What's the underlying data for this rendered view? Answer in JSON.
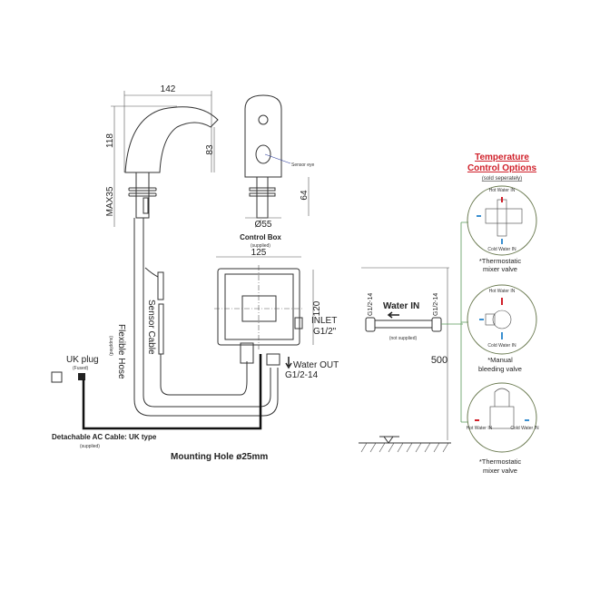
{
  "tap": {
    "width_dim": "142",
    "height_dim": "118",
    "spout_dim": "83",
    "max_deck": "MAX35"
  },
  "sensor_view": {
    "sensor_eye": "Sensor eye",
    "shank_dim": "64",
    "diameter_dim": "Ø55"
  },
  "control_box": {
    "title": "Control Box",
    "note": "(supplied)",
    "width_dim": "125",
    "height_dim": "120",
    "inlet_line1": "INLET",
    "inlet_line2": "G1/2\"",
    "water_out": "Water OUT",
    "outlet_thread": "G1/2-14"
  },
  "cables": {
    "sensor_cable": "Sensor Cable",
    "flexible_hose": "Flexible Hose",
    "flexible_hose_note": "(supplied)",
    "uk_plug": "UK plug",
    "uk_plug_note": "(Fused)",
    "ac_cable": "Detachable AC Cable: UK type",
    "ac_cable_note": "(supplied)",
    "mounting_hole": "Mounting Hole ø25mm"
  },
  "supply": {
    "water_in": "Water IN",
    "thread_left": "G1/2-14",
    "thread_right": "G1/2-14",
    "hose_note": "(not supplied)",
    "height_dim": "500"
  },
  "options": {
    "title_line1": "Temperature",
    "title_line2": "Control Options",
    "subtitle": "(sold seperately)",
    "hot_label": "Hot Water IN",
    "cold_label": "Cold Water IN",
    "items": [
      {
        "line1": "*Thermostatic",
        "line2": "mixer valve"
      },
      {
        "line1": "*Manual",
        "line2": "bleeding valve"
      },
      {
        "line1": "*Thermostatic",
        "line2": "mixer valve"
      }
    ]
  },
  "colors": {
    "accent_red": "#d0202a",
    "connector_green": "#5a9a5a",
    "arrow_blue": "#3a8fd0"
  }
}
